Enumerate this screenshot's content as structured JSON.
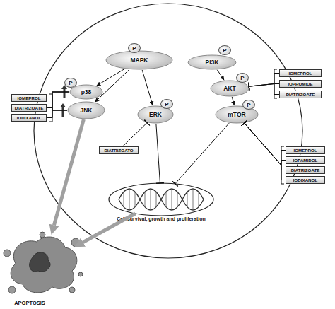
{
  "diagram": {
    "nodes": [
      {
        "text": [
          "MAPK",
          "P"
        ]
      },
      {
        "text": [
          "PI3K",
          "P"
        ]
      },
      {
        "text": [
          "p38",
          "P"
        ]
      },
      {
        "text": [
          "JNK"
        ]
      },
      {
        "text": [
          "ERK",
          "P"
        ]
      },
      {
        "text": [
          "AKT",
          "P"
        ]
      },
      {
        "text": [
          "mTOR",
          "P"
        ]
      },
      {
        "text": [
          "IOMEPROL"
        ]
      },
      {
        "text": [
          "DIATRIZOATE"
        ]
      },
      {
        "text": [
          "IODIXANOL"
        ]
      },
      {
        "text": [
          "DIATRIZOATO"
        ]
      },
      {
        "text": [
          "IOMEPROL"
        ]
      },
      {
        "text": [
          "IOPROMIDE"
        ]
      },
      {
        "text": [
          "DIATRIZOATE"
        ]
      },
      {
        "text": [
          "IOMEPROL"
        ]
      },
      {
        "text": [
          "IOPAMIDOL"
        ]
      },
      {
        "text": [
          "DIATRIZOATE"
        ]
      },
      {
        "text": [
          "IODIXANOL"
        ]
      },
      {
        "text": [
          "Cell survival, growth and proliferation"
        ]
      },
      {
        "text": [
          "APOPTOSIS"
        ]
      }
    ],
    "edges": [
      {
        "from": 0,
        "to": 2,
        "arrow": "to"
      },
      {
        "from": 0,
        "to": 3,
        "arrow": "to"
      },
      {
        "from": 0,
        "to": 4,
        "arrow": "to"
      },
      {
        "from": 1,
        "to": 5,
        "arrow": "to"
      },
      {
        "from": 5,
        "to": 6,
        "arrow": "to"
      },
      {
        "from": 4,
        "to": 18,
        "arrow": "to"
      },
      {
        "from": 6,
        "to": 18,
        "arrow": "to"
      },
      {
        "from": 10,
        "to": 4,
        "arrow": "to"
      },
      {
        "from": 11,
        "to": 5,
        "arrow": "to"
      },
      {
        "from": 12,
        "to": 5,
        "arrow": "to"
      },
      {
        "from": 13,
        "to": 5,
        "arrow": "to"
      },
      {
        "from": 14,
        "to": 6,
        "arrow": "to"
      },
      {
        "from": 15,
        "to": 6,
        "arrow": "to"
      },
      {
        "from": 16,
        "to": 6,
        "arrow": "to"
      },
      {
        "from": 17,
        "to": 6,
        "arrow": "to"
      },
      {
        "from": 7,
        "to": 2,
        "arrow": "none"
      },
      {
        "from": 7,
        "to": 3,
        "arrow": "none"
      },
      {
        "from": 8,
        "to": 2,
        "arrow": "none"
      },
      {
        "from": 8,
        "to": 3,
        "arrow": "none"
      },
      {
        "from": 9,
        "to": 2,
        "arrow": "none"
      },
      {
        "from": 9,
        "to": 3,
        "arrow": "none"
      },
      {
        "from": 3,
        "to": 19,
        "arrow": "to"
      },
      {
        "from": 18,
        "to": 19,
        "arrow": "to"
      }
    ]
  }
}
